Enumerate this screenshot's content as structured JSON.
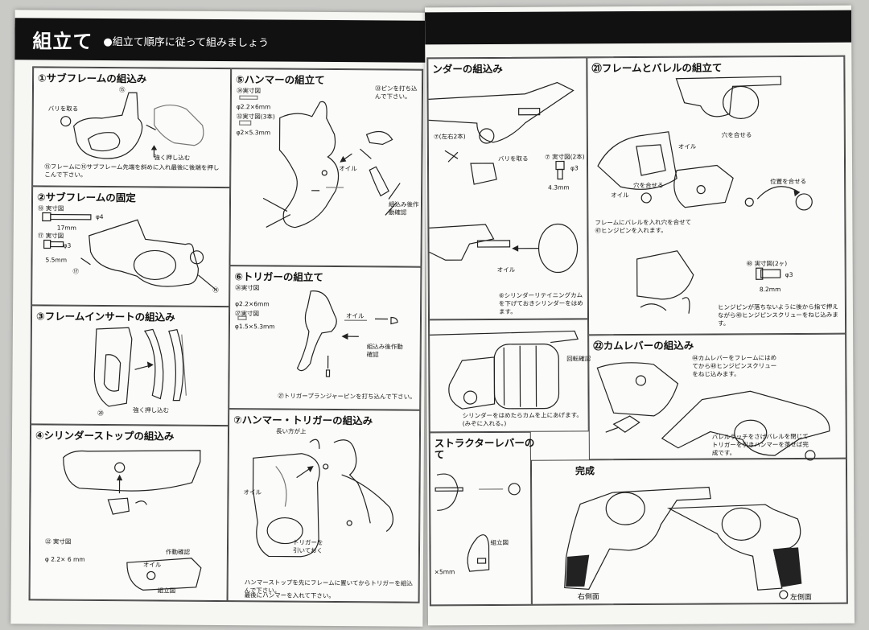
{
  "header": {
    "title": "組立て",
    "subtitle": "●組立て順序に従って組みましょう"
  },
  "steps": {
    "s1": {
      "title": "①サブフレームの組込み",
      "notes": [
        "バリを取る",
        "⑮",
        "強く押し込む"
      ],
      "caption": "⑮フレームに⑯サブフレーム先端を斜めに入れ最後に後端を押しこんで下さい。"
    },
    "s2": {
      "title": "②サブフレームの固定",
      "notes": [
        "⑱ 実寸図",
        "φ4",
        "17mm",
        "⑰ 実寸図",
        "φ3",
        "5.5mm",
        "⑰",
        "⑱"
      ]
    },
    "s3": {
      "title": "③フレームインサートの組込み",
      "notes": [
        "強く押し込む",
        "⑳"
      ]
    },
    "s4": {
      "title": "④シリンダーストップの組込み",
      "notes": [
        "㉒ 実寸図",
        "φ 2.2× 6 mm",
        "作動確認",
        "オイル",
        "組立図"
      ]
    },
    "s5": {
      "title": "⑤ハンマーの組立て",
      "notes": [
        "㉞実寸図",
        "φ2.2×6mm",
        "㉜実寸図(3本)",
        "φ2×5.3mm",
        "㉝ピンを打ち込んで下さい。",
        "オイル",
        "組込み後作動確認"
      ]
    },
    "s6": {
      "title": "⑥トリガーの組立て",
      "notes": [
        "㉖実寸図",
        "φ2.2×6mm",
        "㉗実寸図",
        "φ1.5×5.3mm",
        "オイル",
        "組込み後作動確認"
      ],
      "caption": "㉗トリガープランジャーピンを打ち込んで下さい。"
    },
    "s7": {
      "title": "⑦ハンマー・トリガーの組込み",
      "notes": [
        "長い方が上",
        "オイル",
        "トリガーを引いておく"
      ],
      "caption": "ハンマーストップを先にフレームに置いてからトリガーを組込んで下さい。",
      "caption2": "最後にハンマーを入れて下さい。"
    },
    "s8": {
      "title": "ンダーの組込み",
      "notes": [
        "⑦(左右2本)",
        "バリを取る",
        "⑦ 実寸図(2本)",
        "φ3",
        "4.3mm",
        "オイル"
      ],
      "caption": "⑥シリンダーリテイニングカムを下げておきシリンダーをはめます。"
    },
    "s9": {
      "notes": [
        "回転確認"
      ],
      "caption": "シリンダーをはめたらカムを上にあげます。(みぞに入れる。)"
    },
    "s10": {
      "title": "ストラクターレバーの",
      "title2": "て",
      "notes": [
        "組立図",
        "×5mm"
      ]
    },
    "s21": {
      "title": "㉑フレームとバレルの組立て",
      "notes": [
        "穴を合せる",
        "オイル",
        "穴を合せる",
        "オイル",
        "位置を合せる",
        "㊽ 実寸図(2ヶ)",
        "φ3",
        "8.2mm"
      ],
      "caption": "フレームにバレルを入れ穴を合せて㊼ヒンジピンを入れます。",
      "caption2": "ヒンジピンが落ちないように後から指で押えながら㊽ヒンジピンスクリューをねじ込みます。"
    },
    "s22": {
      "title": "㉒カムレバーの組込み",
      "caption": "㊹カムレバーをフレームにはめてから㊽ヒンジピンスクリューをねじ込みます。",
      "caption2": "バレルラッチをさげバレルを閉じてトリガーを引きハンマーを落せば完成です。"
    },
    "complete": {
      "title": "完成",
      "right_side": "右側面",
      "left_side": "左側面"
    }
  }
}
